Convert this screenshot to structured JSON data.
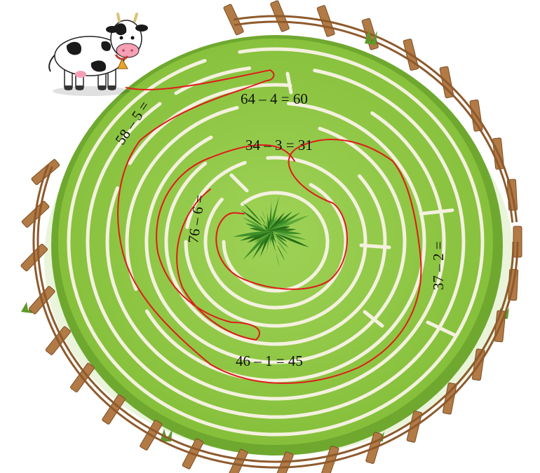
{
  "game": {
    "equations": [
      {
        "id": "eq-58-5",
        "text": "58 – 5 ="
      },
      {
        "id": "eq-64-4",
        "text": "64 – 4 = 60"
      },
      {
        "id": "eq-34-3",
        "text": "34 – 3 = 31"
      },
      {
        "id": "eq-76-6",
        "text": "76 – 6 ="
      },
      {
        "id": "eq-37-2",
        "text": "37 – 2 ="
      },
      {
        "id": "eq-46-1",
        "text": "46 – 1 = 45"
      }
    ],
    "icons": {
      "start": "cow-icon",
      "goal": "grass-tuft-icon"
    },
    "colors": {
      "field": "#8dc63f",
      "field_light": "#a6d75b",
      "rim": "#6ea82e",
      "maze_wall": "#f4f1df",
      "solution_path": "#e01b1b",
      "fence_post": "#b27a45",
      "fence_rail": "#8e5a2c",
      "cow_body": "#ffffff",
      "cow_spot": "#1a1a1a",
      "cow_nose": "#f5a0b5"
    }
  }
}
